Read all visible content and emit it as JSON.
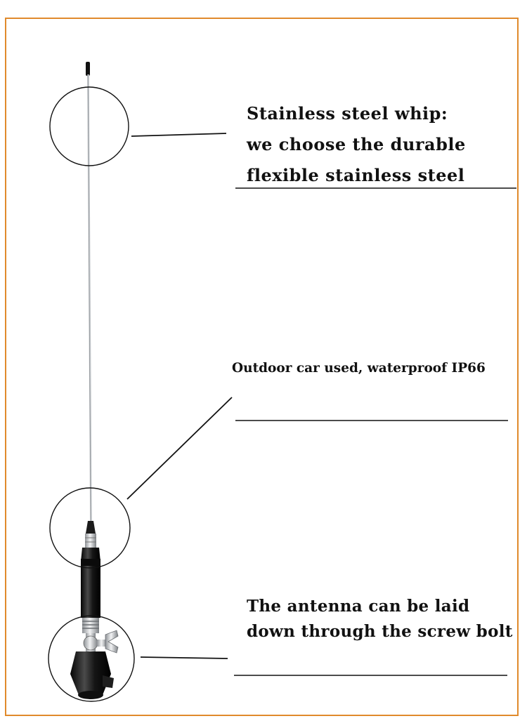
{
  "callouts": [
    {
      "lines": [
        "Stainless steel whip:",
        "we choose the durable",
        "flexible stainless steel"
      ]
    },
    {
      "lines": [
        "Outdoor car used, waterproof IP66"
      ]
    },
    {
      "lines": [
        "The antenna can be laid",
        "down through the screw bolt"
      ]
    }
  ],
  "colors": {
    "frame": "#e08a2c",
    "text": "#111111",
    "whip": "#b8bcc0",
    "body": "#1a1a1a",
    "chrome": "#c9ccd0"
  }
}
